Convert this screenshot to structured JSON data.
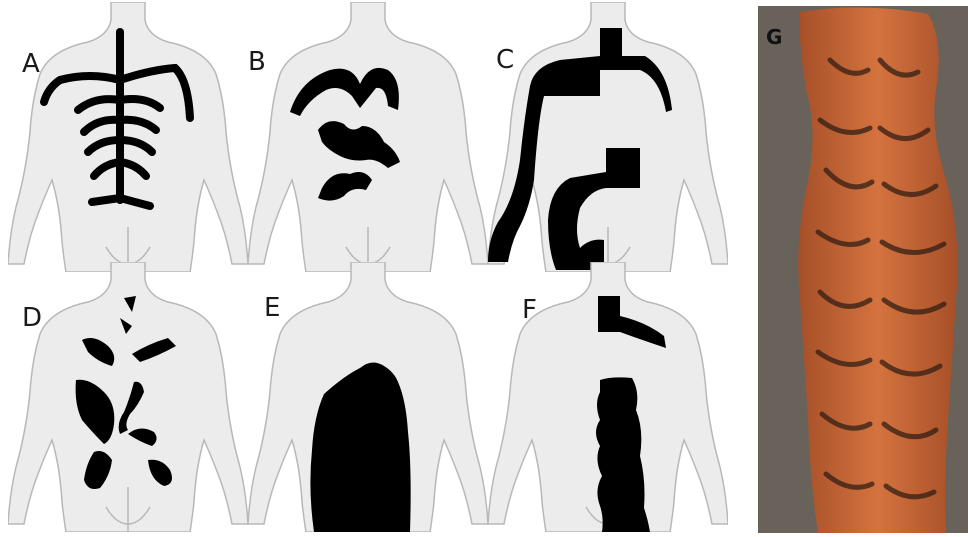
{
  "panels": [
    {
      "label": "A",
      "pattern": "lines-of-blaschko-narrow-bands"
    },
    {
      "label": "B",
      "pattern": "lines-of-blaschko-broad-bands"
    },
    {
      "label": "C",
      "pattern": "checkerboard"
    },
    {
      "label": "D",
      "pattern": "phylloid"
    },
    {
      "label": "E",
      "pattern": "patchy-no-midline-separation"
    },
    {
      "label": "F",
      "pattern": "lateralization"
    }
  ],
  "photo": {
    "label": "G",
    "subject": "brindle-animal-coat"
  },
  "colors": {
    "body": "#ececec",
    "outline": "#b8b8b8",
    "pigment": "#000000",
    "background": "#ffffff",
    "fur_base": "#c9683a",
    "fur_stripe": "#2a1a12",
    "photo_bg": "#6e6860"
  }
}
